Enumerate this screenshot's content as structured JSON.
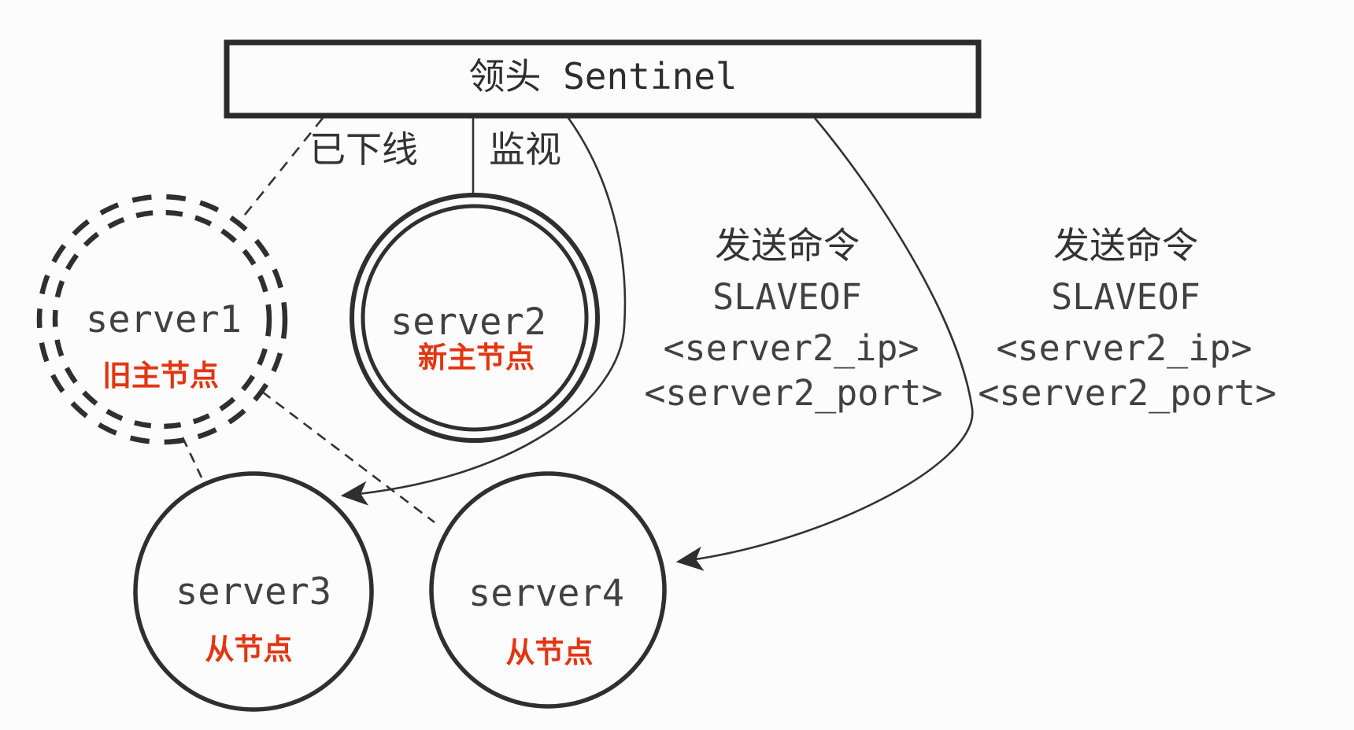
{
  "title": {
    "label": "领头 Sentinel"
  },
  "edges": {
    "offline_label": "已下线",
    "monitor_label": "监视"
  },
  "nodes": {
    "server1": {
      "name": "server1",
      "role": "旧主节点"
    },
    "server2": {
      "name": "server2",
      "role": "新主节点"
    },
    "server3": {
      "name": "server3",
      "role": "从节点"
    },
    "server4": {
      "name": "server4",
      "role": "从节点"
    }
  },
  "commands": {
    "to_server3": {
      "lines": [
        "发送命令",
        "SLAVEOF",
        "<server2_ip>",
        "<server2_port>"
      ]
    },
    "to_server4": {
      "lines": [
        "发送命令",
        "SLAVEOF",
        "<server2_ip>",
        "<server2_port>"
      ]
    }
  },
  "colors": {
    "line": "#333333",
    "node_stroke": "#2f2f2f",
    "text_gray": "#414141",
    "accent_red": "#e23511",
    "box_border": "#2b2b2b"
  }
}
